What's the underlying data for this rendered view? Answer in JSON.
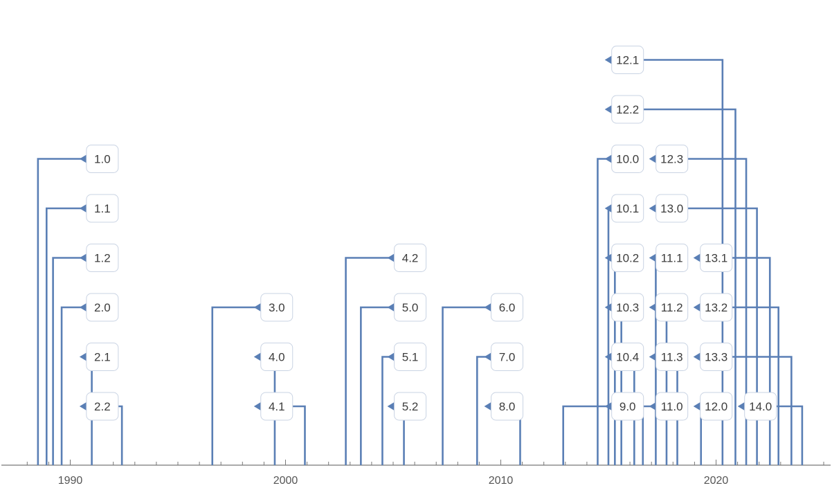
{
  "chart_data": {
    "type": "timeline",
    "xlabel": "",
    "ylabel": "",
    "xlim": [
      1987.5,
      2025.0
    ],
    "x_ticks": [
      1990,
      2000,
      2010,
      2020
    ],
    "colors": {
      "line": "#5a7fb5",
      "label_border": "#c9d3e3",
      "axis": "#555555"
    },
    "events": [
      {
        "label": "1.0",
        "date": 1988.5,
        "level": 6
      },
      {
        "label": "1.1",
        "date": 1988.9,
        "level": 5
      },
      {
        "label": "1.2",
        "date": 1989.2,
        "level": 4
      },
      {
        "label": "2.0",
        "date": 1989.6,
        "level": 3
      },
      {
        "label": "2.1",
        "date": 1991.0,
        "level": 2
      },
      {
        "label": "2.2",
        "date": 1992.4,
        "level": 1
      },
      {
        "label": "3.0",
        "date": 1996.6,
        "level": 3
      },
      {
        "label": "4.0",
        "date": 1999.5,
        "level": 2
      },
      {
        "label": "4.1",
        "date": 2000.9,
        "level": 1
      },
      {
        "label": "4.2",
        "date": 2002.8,
        "level": 4
      },
      {
        "label": "5.0",
        "date": 2003.5,
        "level": 3
      },
      {
        "label": "5.1",
        "date": 2004.5,
        "level": 2
      },
      {
        "label": "5.2",
        "date": 2005.5,
        "level": 1
      },
      {
        "label": "6.0",
        "date": 2007.3,
        "level": 3
      },
      {
        "label": "7.0",
        "date": 2008.9,
        "level": 2
      },
      {
        "label": "8.0",
        "date": 2010.9,
        "level": 1
      },
      {
        "label": "9.0",
        "date": 2012.9,
        "level": 1
      },
      {
        "label": "10.0",
        "date": 2014.5,
        "level": 6
      },
      {
        "label": "10.1",
        "date": 2015.0,
        "level": 5
      },
      {
        "label": "10.2",
        "date": 2015.3,
        "level": 4
      },
      {
        "label": "10.3",
        "date": 2015.6,
        "level": 3
      },
      {
        "label": "10.4",
        "date": 2016.2,
        "level": 2
      },
      {
        "label": "11.0",
        "date": 2016.6,
        "level": 1
      },
      {
        "label": "11.1",
        "date": 2017.2,
        "level": 4
      },
      {
        "label": "11.2",
        "date": 2017.7,
        "level": 3
      },
      {
        "label": "11.3",
        "date": 2018.2,
        "level": 2
      },
      {
        "label": "12.0",
        "date": 2019.3,
        "level": 1
      },
      {
        "label": "12.1",
        "date": 2020.3,
        "level": 8
      },
      {
        "label": "12.2",
        "date": 2020.9,
        "level": 7
      },
      {
        "label": "12.3",
        "date": 2021.4,
        "level": 6
      },
      {
        "label": "13.0",
        "date": 2021.9,
        "level": 5
      },
      {
        "label": "13.1",
        "date": 2022.5,
        "level": 4
      },
      {
        "label": "13.2",
        "date": 2022.9,
        "level": 3
      },
      {
        "label": "13.3",
        "date": 2023.5,
        "level": 2
      },
      {
        "label": "14.0",
        "date": 2024.0,
        "level": 1
      }
    ]
  }
}
